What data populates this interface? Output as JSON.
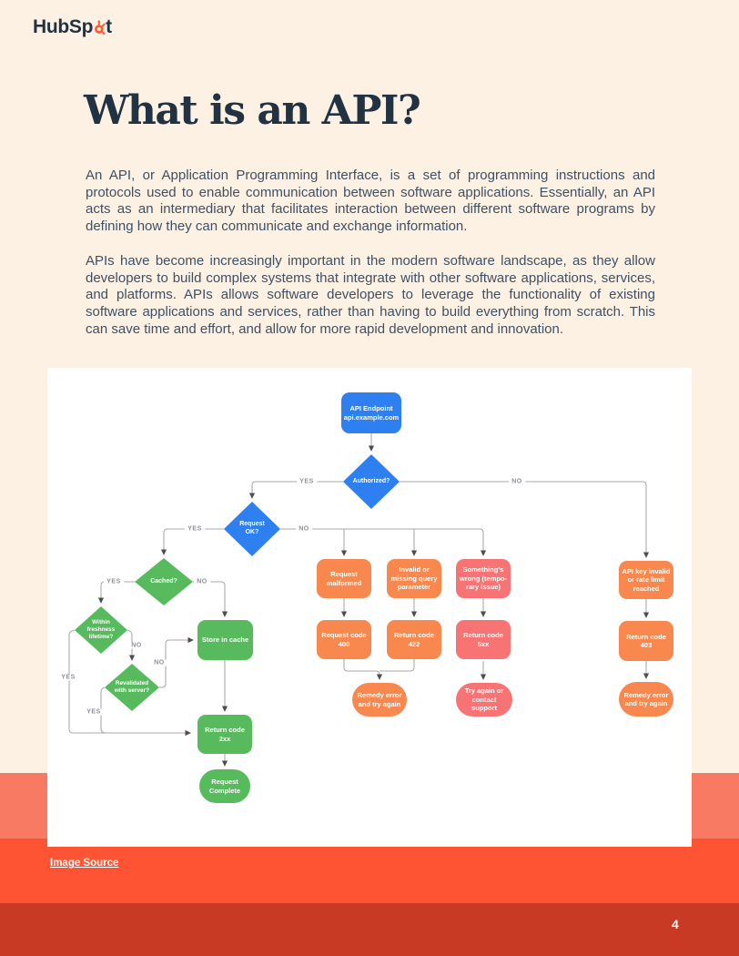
{
  "header": {
    "logo_prefix": "HubSp",
    "logo_suffix": "t",
    "brand_color": "#ff5c35",
    "navy": "#213343"
  },
  "title": "What is an API?",
  "body": {
    "paragraph1": "An API, or Application Programming Interface, is a set of programming instructions and protocols used to enable communication between software applications. Essentially, an API acts as an intermediary that facilitates interaction between different software programs by defining how they can communicate and exchange information.",
    "paragraph2": "APIs have become increasingly important in the modern software landscape, as they allow developers to build complex systems that integrate with other software applications, services, and platforms. APIs allows software developers to leverage the functionality of existing software applications and services, rather than having to build everything from scratch. This can save time and effort, and allow for more rapid development and innovation."
  },
  "footer": {
    "image_source": "Image Source",
    "page_number": "4"
  },
  "flowchart": {
    "colors": {
      "decision_blue": "#2e80f1",
      "success_green": "#57bb5e",
      "warning_orange": "#f8884e",
      "error_pink": "#f87474"
    },
    "nodes": {
      "endpoint": "API Endpoint\napi.example.com",
      "authorized": "Authorized?",
      "request_ok": "Request OK?",
      "cached": "Cached?",
      "freshness": "Within freshness lifetime?",
      "revalidated": "Revalidated with server?",
      "store_cache": "Store in cache",
      "return_2xx": "Return code 2xx",
      "request_complete": "Request Complete",
      "malformed": "Request malformed",
      "invalid_query": "Invalid or missing query parameter",
      "somethings_wrong": "Something's wrong (tempo­rary issue)",
      "code_400": "Request code 400",
      "code_422": "Return code 422",
      "code_5xx": "Return code 5xx",
      "remedy_mid": "Remedy error and try again",
      "try_again": "Try again or contact support",
      "api_key": "API key invalid or rate limit reached",
      "code_403": "Return code 403",
      "remedy_right": "Remedy error and try again"
    },
    "edge_labels": {
      "authorized_yes": "YES",
      "authorized_no": "NO",
      "request_ok_yes": "YES",
      "request_ok_no": "NO",
      "cached_yes": "YES",
      "cached_no": "NO",
      "freshness_yes": "YES",
      "freshness_no": "NO",
      "revalidated_yes": "YES",
      "revalidated_no": "NO"
    }
  }
}
